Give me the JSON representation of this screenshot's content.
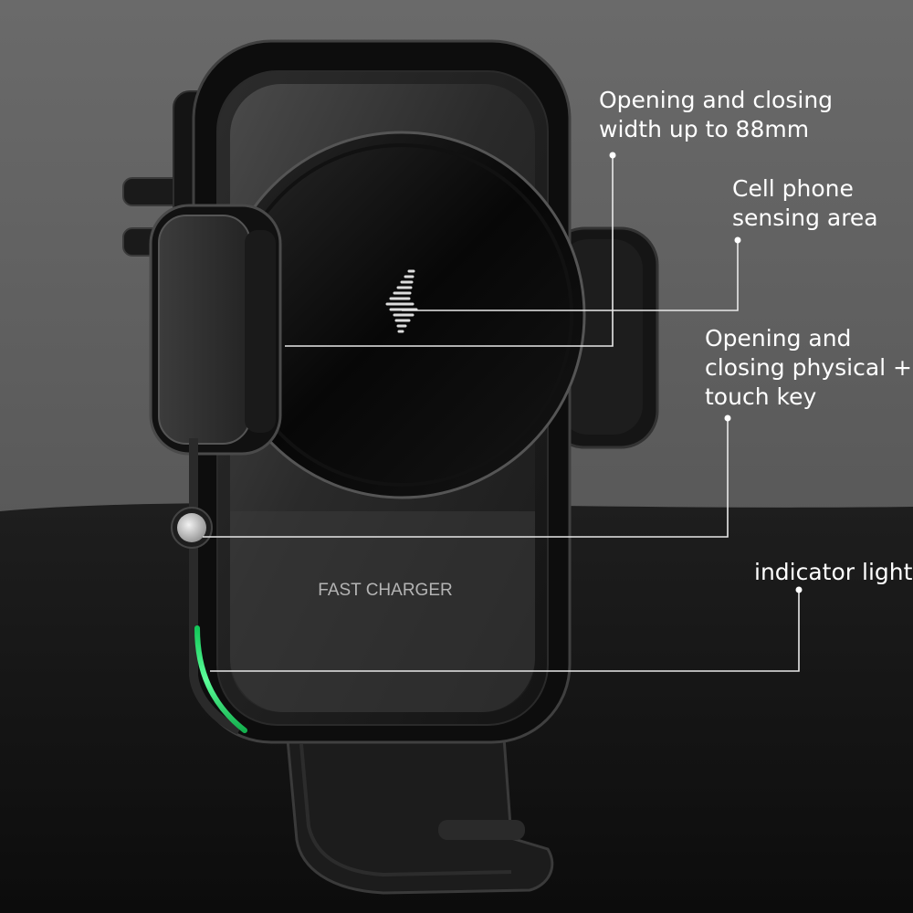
{
  "callouts": {
    "width": {
      "line1": "Opening and closing",
      "line2": "width up to 88mm"
    },
    "sensing": {
      "line1": "Cell phone",
      "line2": "sensing area"
    },
    "key": {
      "line1": "Opening and",
      "line2": "closing physical +",
      "line3": "touch key"
    },
    "indicator": {
      "line1": "indicator light"
    }
  },
  "product": {
    "front_text": "FAST CHARGER"
  },
  "colors": {
    "background_top": "#5d5d5d",
    "background_bottom": "#101010",
    "device_body": "#1f1f1f",
    "indicator_glow": "#22e86a",
    "leader_line": "#e8e8e8"
  }
}
